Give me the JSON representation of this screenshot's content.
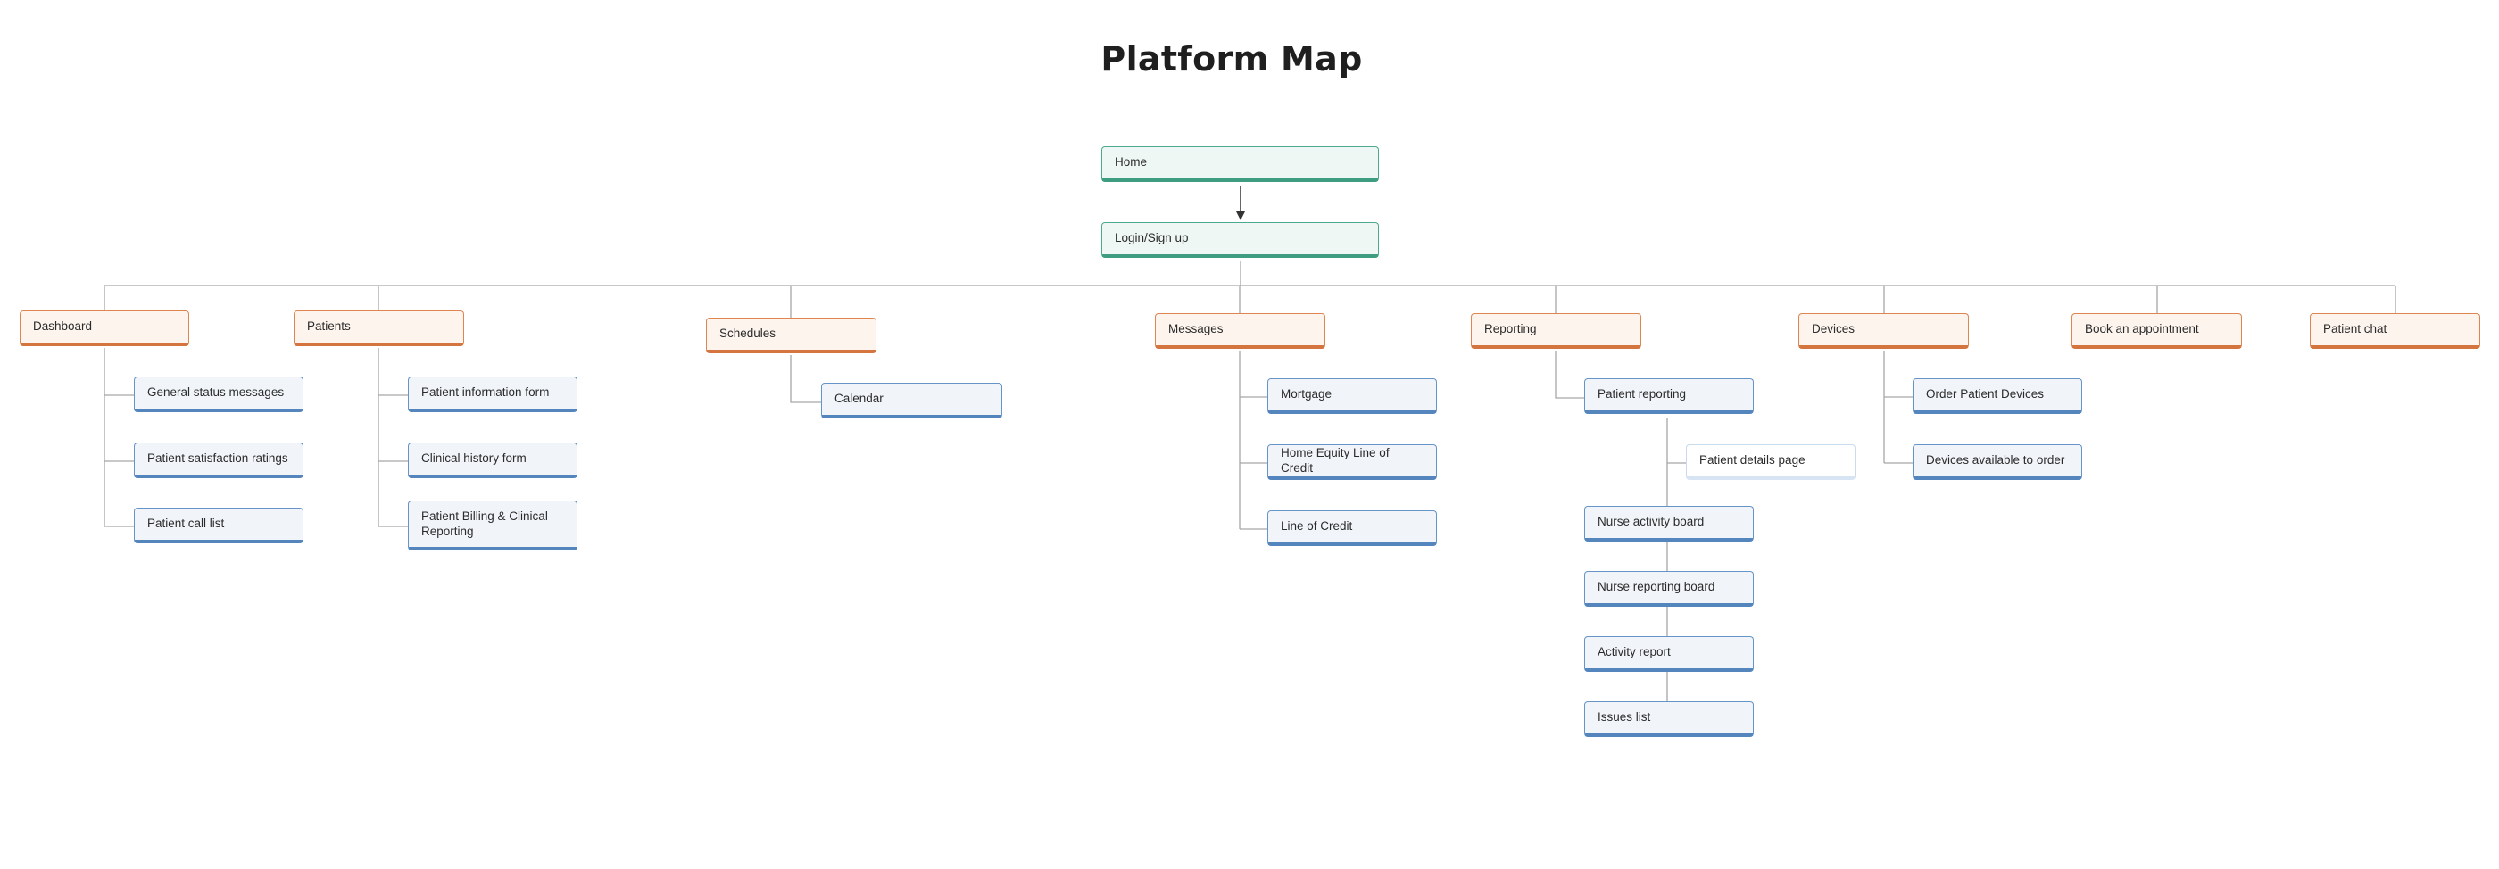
{
  "title": "Platform Map",
  "colors": {
    "root": "#4ca98d",
    "section": "#de8551",
    "page": "#6794c7",
    "connector": "#a0a0a0",
    "arrow": "#333333"
  },
  "nodes": {
    "home": "Home",
    "login": "Login/Sign up",
    "dashboard": "Dashboard",
    "general_status": "General status messages",
    "satisfaction": "Patient satisfaction ratings",
    "call_list": "Patient call list",
    "patients": "Patients",
    "info_form": "Patient information form",
    "clinical_form": "Clinical history form",
    "billing": "Patient Billing & Clinical Reporting",
    "schedules": "Schedules",
    "calendar": "Calendar",
    "messages": "Messages",
    "mortgage": "Mortgage",
    "heloc": "Home Equity Line of Credit",
    "loc": "Line of Credit",
    "reporting": "Reporting",
    "patient_reporting": "Patient reporting",
    "details_page": "Patient details page",
    "nurse_activity": "Nurse activity board",
    "nurse_reporting": "Nurse reporting board",
    "activity_report": "Activity report",
    "issues": "Issues list",
    "devices": "Devices",
    "order_devices": "Order Patient Devices",
    "devices_available": "Devices available to order",
    "book": "Book an appointment",
    "chat": "Patient chat"
  }
}
